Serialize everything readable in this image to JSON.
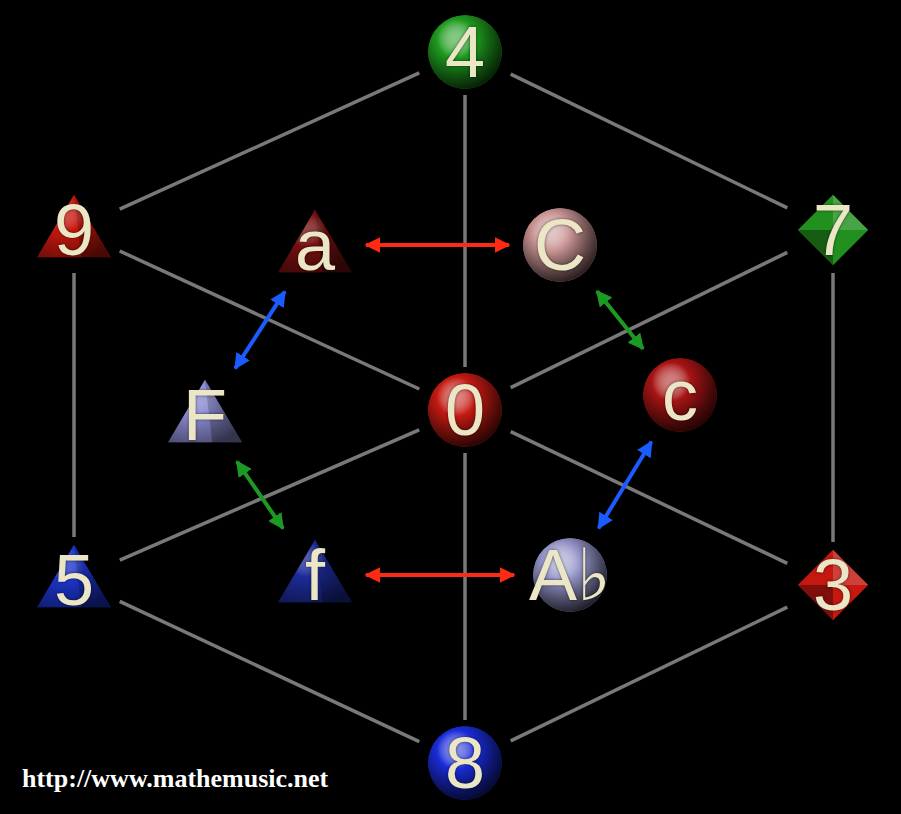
{
  "diagram": {
    "nodes": [
      {
        "text": [
          "4"
        ]
      },
      {
        "text": [
          "9"
        ]
      },
      {
        "text": [
          "a"
        ]
      },
      {
        "text": [
          "C"
        ]
      },
      {
        "text": [
          "7"
        ]
      },
      {
        "text": [
          "F"
        ]
      },
      {
        "text": [
          "0"
        ]
      },
      {
        "text": [
          "c"
        ]
      },
      {
        "text": [
          "5"
        ]
      },
      {
        "text": [
          "f"
        ]
      },
      {
        "text": [
          "A♭"
        ]
      },
      {
        "text": [
          "3"
        ]
      },
      {
        "text": [
          "8"
        ]
      }
    ],
    "edges": [
      {
        "from": 0,
        "to": 1,
        "arrow": "none"
      },
      {
        "from": 0,
        "to": 4,
        "arrow": "none"
      },
      {
        "from": 1,
        "to": 8,
        "arrow": "none"
      },
      {
        "from": 4,
        "to": 11,
        "arrow": "none"
      },
      {
        "from": 8,
        "to": 12,
        "arrow": "none"
      },
      {
        "from": 11,
        "to": 12,
        "arrow": "none"
      },
      {
        "from": 0,
        "to": 6,
        "arrow": "none"
      },
      {
        "from": 6,
        "to": 12,
        "arrow": "none"
      },
      {
        "from": 1,
        "to": 6,
        "arrow": "none"
      },
      {
        "from": 6,
        "to": 11,
        "arrow": "none"
      },
      {
        "from": 8,
        "to": 6,
        "arrow": "none"
      },
      {
        "from": 6,
        "to": 4,
        "arrow": "none"
      },
      {
        "from": 2,
        "to": 3,
        "arrow": "both"
      },
      {
        "from": 3,
        "to": 7,
        "arrow": "both"
      },
      {
        "from": 7,
        "to": 10,
        "arrow": "both"
      },
      {
        "from": 10,
        "to": 9,
        "arrow": "both"
      },
      {
        "from": 9,
        "to": 5,
        "arrow": "both"
      },
      {
        "from": 5,
        "to": 2,
        "arrow": "both"
      }
    ],
    "labels": [
      "http://www.mathemusic.net"
    ]
  }
}
